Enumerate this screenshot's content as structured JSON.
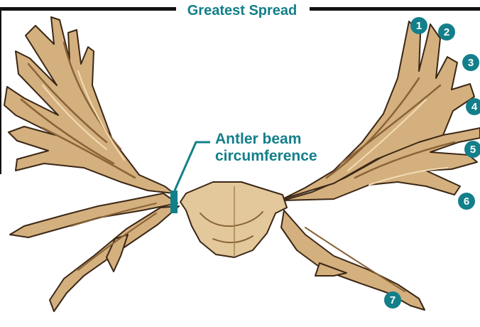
{
  "title": "Greatest Spread",
  "beam_label": {
    "line1": "Antler beam",
    "line2": "circumference"
  },
  "tine_numbers": [
    "1",
    "2",
    "3",
    "4",
    "5",
    "6",
    "7"
  ],
  "colors": {
    "accent": "#137f8a",
    "antler": "#d4b07e",
    "antler_shadow": "#8a6238",
    "antler_outline": "#3b2716",
    "skull": "#e2c89a",
    "rule_line": "#111111"
  }
}
